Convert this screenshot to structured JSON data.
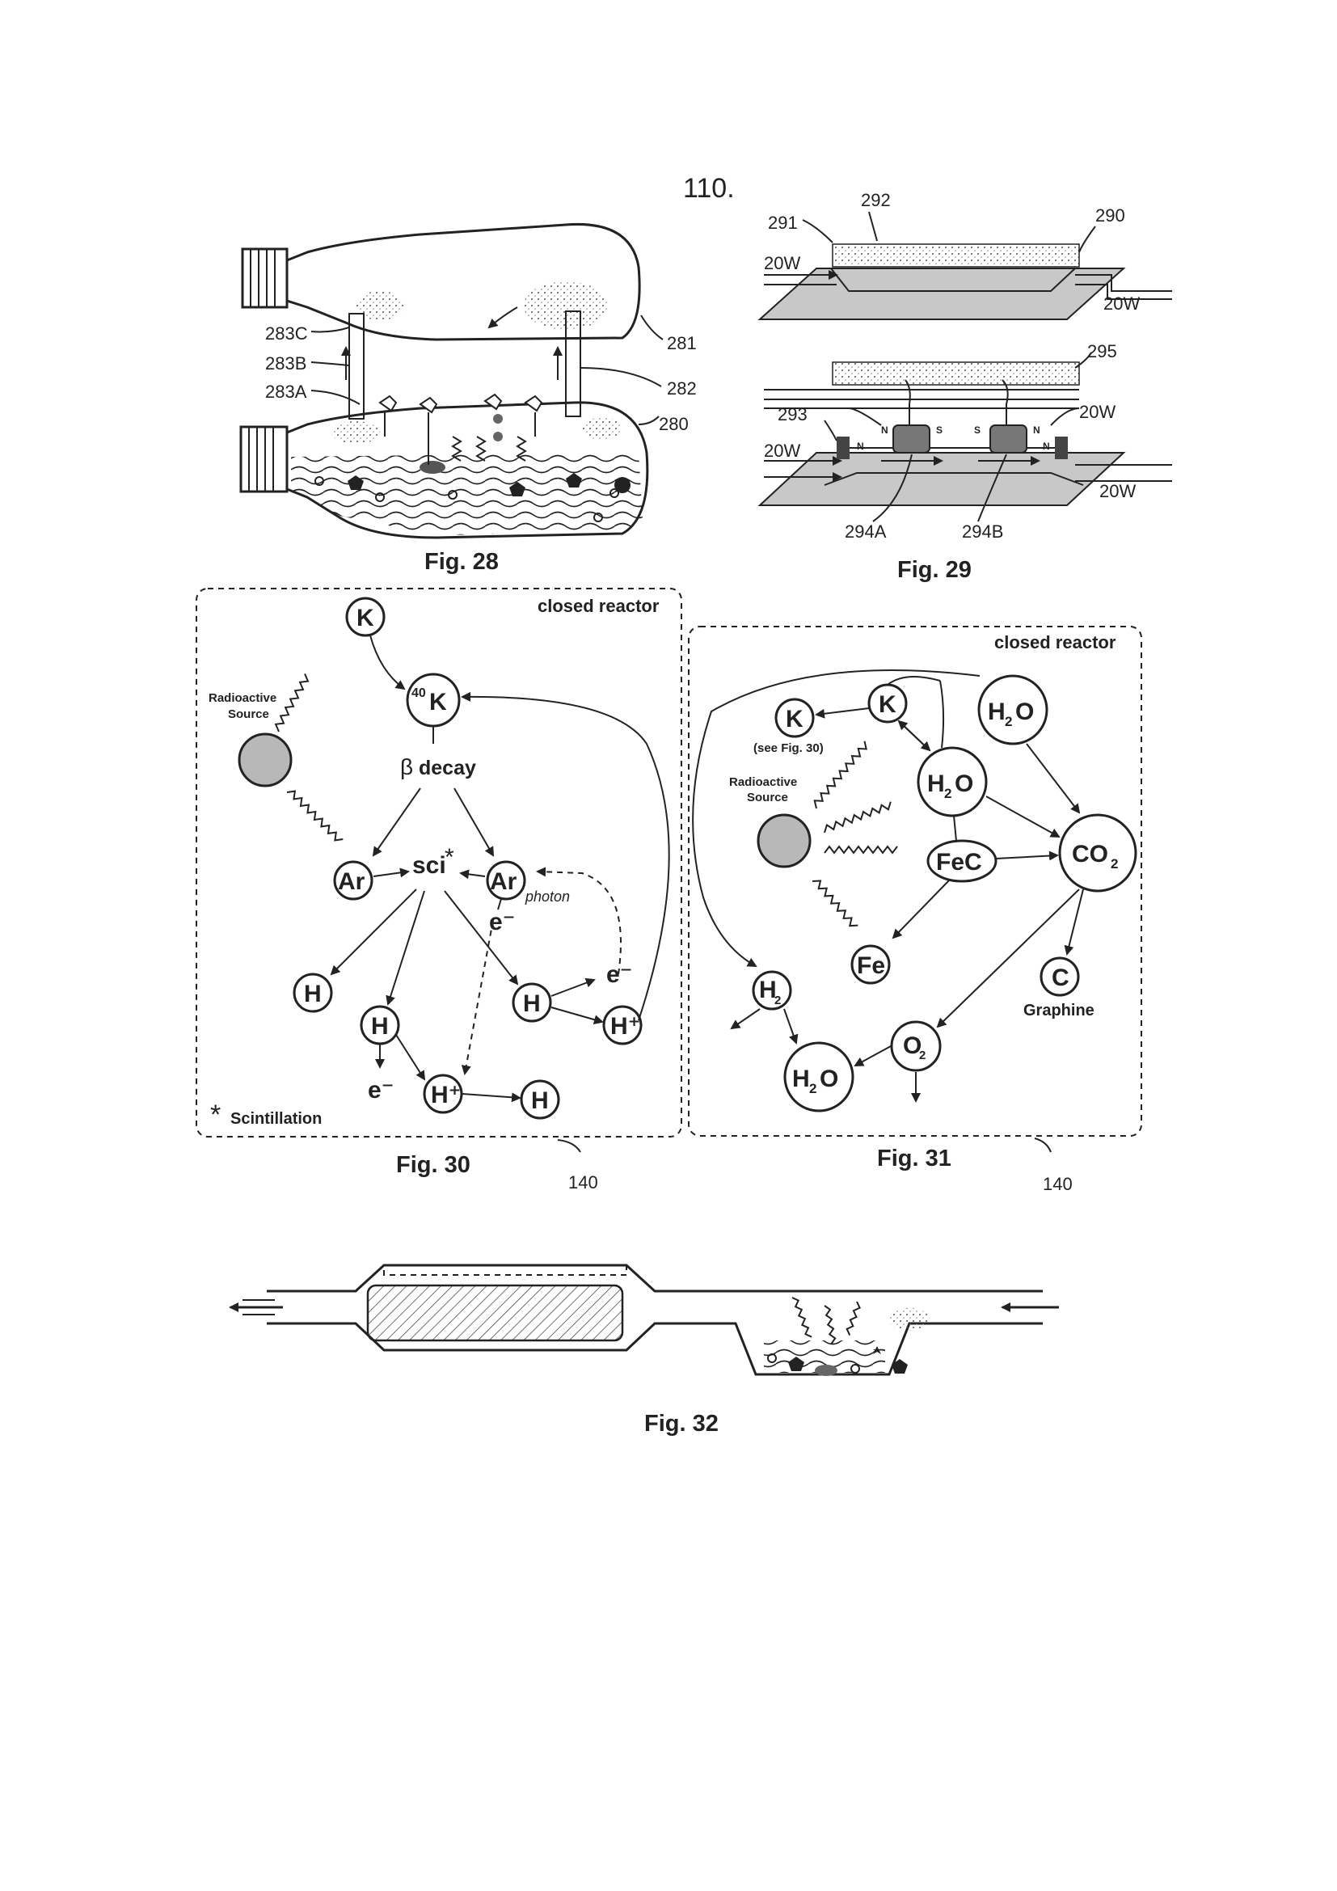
{
  "page": {
    "number": "110."
  },
  "fig28": {
    "caption": "Fig. 28",
    "labels": {
      "l283C": "283C",
      "l283B": "283B",
      "l283A": "283A",
      "l281": "281",
      "l282": "282",
      "l280": "280"
    }
  },
  "fig29": {
    "caption": "Fig. 29",
    "labels": {
      "l291": "291",
      "l292": "292",
      "l290": "290",
      "l20W": "20W",
      "l295": "295",
      "l293": "293",
      "l294A": "294A",
      "l294B": "294B",
      "N": "N",
      "S": "S"
    }
  },
  "fig30": {
    "caption": "Fig. 30",
    "ref": "140",
    "title": "closed reactor",
    "radioactive_line1": "Radioactive",
    "radioactive_line2": "Source",
    "nodes": {
      "K": "K",
      "K40_sup": "40",
      "K40": "K",
      "beta_sym": "β",
      "beta_word": "decay",
      "Ar": "Ar",
      "sci": "sci",
      "star": "*",
      "e_minus": "e⁻",
      "photon": "photon",
      "H": "H",
      "Hplus": "H⁺"
    },
    "footnote_star": "*",
    "footnote": "Scintillation"
  },
  "fig31": {
    "caption": "Fig. 31",
    "ref": "140",
    "title": "closed reactor",
    "radioactive_line1": "Radioactive",
    "radioactive_line2": "Source",
    "see_fig": "(see Fig. 30)",
    "nodes": {
      "K": "K",
      "H": "H",
      "O": "O",
      "two": "2",
      "FeC": "FeC",
      "CO": "CO",
      "Fe": "Fe",
      "C": "C",
      "graphine": "Graphine"
    }
  },
  "fig32": {
    "caption": "Fig. 32"
  }
}
